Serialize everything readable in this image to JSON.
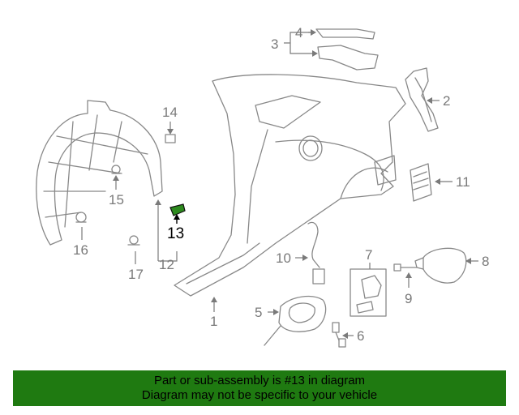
{
  "callouts": {
    "c1": "1",
    "c2": "2",
    "c3": "3",
    "c4": "4",
    "c5": "5",
    "c6": "6",
    "c7": "7",
    "c8": "8",
    "c9": "9",
    "c10": "10",
    "c11": "11",
    "c12": "12",
    "c13": "13",
    "c14": "14",
    "c15": "15",
    "c16": "16",
    "c17": "17"
  },
  "highlight": {
    "part_number": "13",
    "color": "#1f7a11"
  },
  "banner": {
    "line1": "Part or sub-assembly is #13 in diagram",
    "line2": "Diagram may not be specific to your vehicle"
  }
}
